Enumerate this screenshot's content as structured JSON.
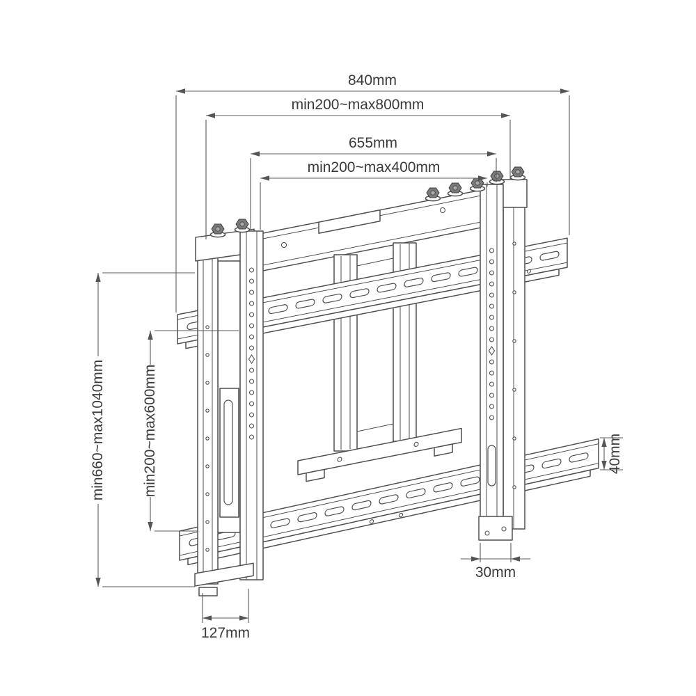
{
  "page": {
    "title": "Wall mount technical dimensional drawing"
  },
  "dims": {
    "width_outer": "840mm",
    "width_wall_pattern": "min200~max800mm",
    "width_rail": "655mm",
    "width_vesa": "min200~max400mm",
    "height_outer": "min660~max1040mm",
    "height_vesa": "min200~max600mm",
    "rail_height": "40mm",
    "foot_width": "30mm",
    "depth": "127mm"
  },
  "colors": {
    "line": "#4f4f4f",
    "dimension_line": "#5a5a5a",
    "label_text": "#3a3a3a",
    "bolt_fill": "#7a7a7a",
    "background": "#ffffff"
  }
}
